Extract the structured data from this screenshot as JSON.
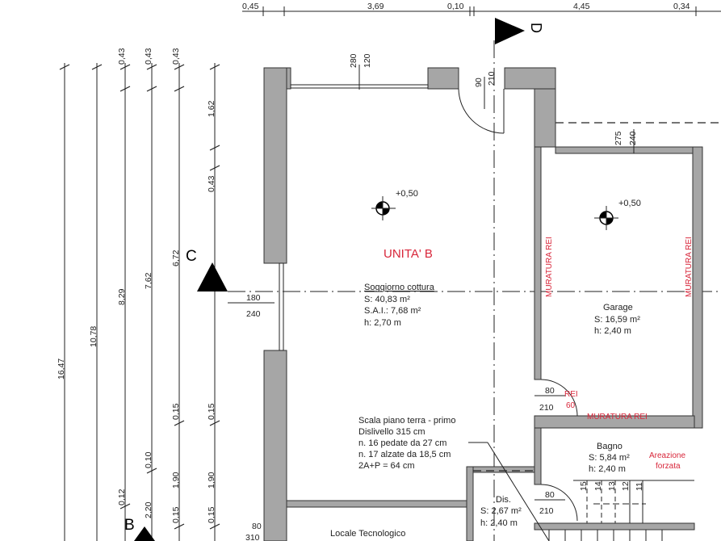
{
  "top_dimensions": [
    "0,45",
    "3,69",
    "0,10",
    "4,45",
    "0,34"
  ],
  "left_dimensions": {
    "totals": [
      "16,47",
      "10,78",
      "8,29",
      "7,62",
      "6,72"
    ],
    "column_top": [
      "0,43",
      "0,43",
      "0,43"
    ],
    "col4": [
      "1,62",
      "0,43",
      "0,15",
      "1,90",
      "0,15"
    ],
    "col3": [
      "0,15",
      "1,90",
      "0,15"
    ],
    "col2": [
      "0,10",
      "2,20"
    ],
    "col1": [
      "0,12"
    ]
  },
  "section_markers": {
    "top": "D",
    "left": "C",
    "bottom": "B"
  },
  "openings": {
    "living_window_top": [
      "280",
      "120"
    ],
    "entry_door": [
      "90",
      "210"
    ],
    "garage_opening": [
      "275",
      "240"
    ],
    "living_window_left": [
      "180",
      "240"
    ],
    "garage_door": [
      "80",
      "210"
    ],
    "dis_door": [
      "80",
      "210"
    ],
    "tech_door": [
      "80",
      "310"
    ]
  },
  "levels": [
    "+0,50",
    "+0,50"
  ],
  "unit_label": "UNITA' B",
  "rooms": {
    "living": {
      "name": "Soggiorno cottura",
      "area": "S: 40,83 m²",
      "sai": "S.A.I.: 7,68 m²",
      "height": "h: 2,70 m"
    },
    "garage": {
      "name": "Garage",
      "area": "S: 16,59 m²",
      "height": "h: 2,40 m"
    },
    "bagno": {
      "name": "Bagno",
      "area": "S: 5,84 m²",
      "height": "h: 2,40 m"
    },
    "dis": {
      "name": "Dis.",
      "area": "S: 2,67 m²",
      "height": "h: 2,40 m"
    },
    "tech": {
      "name": "Locale Tecnologico"
    }
  },
  "stair_note": [
    "Scala piano terra - primo",
    "Dislivello 315 cm",
    "n. 16 pedate da 27 cm",
    "n. 17 alzate da 18,5 cm",
    "2A+P = 64 cm"
  ],
  "stair_numbers": [
    "15",
    "14",
    "13",
    "12",
    "11"
  ],
  "fire_labels": {
    "wall_left": "MURATURA REI",
    "wall_right": "MURATURA REI",
    "wall_bottom": "MURATURA REI",
    "door_rei": "REI",
    "door_rei_value": "60",
    "ventilation_1": "Areazione",
    "ventilation_2": "forzata"
  },
  "colors": {
    "wall_fill": "#a6a6a6",
    "annotation_red": "#d8263a"
  }
}
